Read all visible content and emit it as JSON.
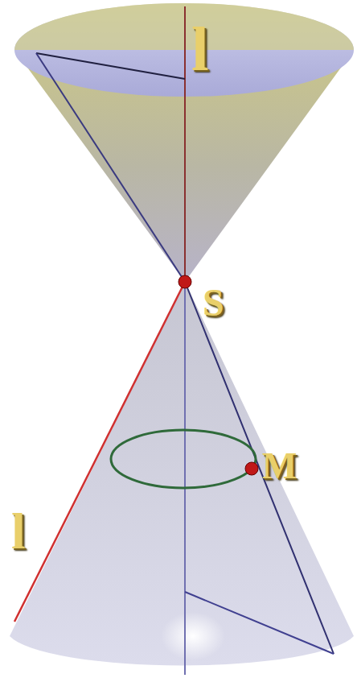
{
  "diagram": {
    "labels": [
      "l",
      "S",
      "M",
      "l"
    ]
  }
}
